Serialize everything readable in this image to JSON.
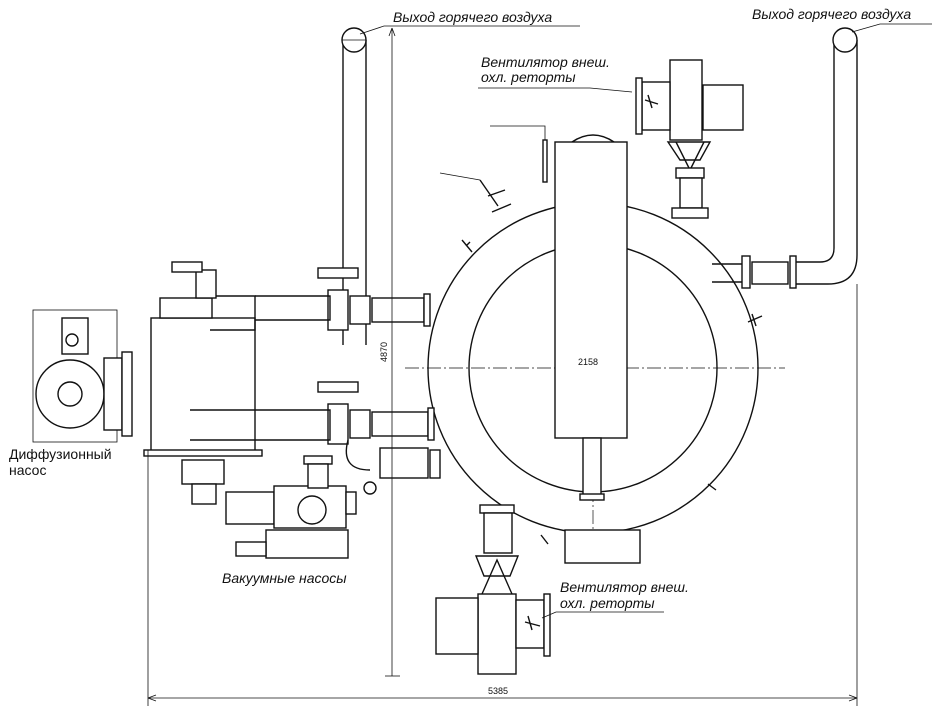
{
  "labels": {
    "hot_air_outlet_left": "Выход горячего воздуха",
    "hot_air_outlet_right": "Выход горячего воздуха",
    "fan_top_line1": "Вентилятор внеш.",
    "fan_top_line2": "охл. реторты",
    "fan_bottom_line1": "Вентилятор внеш.",
    "fan_bottom_line2": "охл. реторты",
    "diffusion_pump_line1": "Диффузионный",
    "diffusion_pump_line2": "насос",
    "vacuum_pumps": "Вакуумные насосы"
  },
  "dimensions": {
    "height": "4870",
    "width": "5385",
    "retort_diameter": "2158"
  }
}
